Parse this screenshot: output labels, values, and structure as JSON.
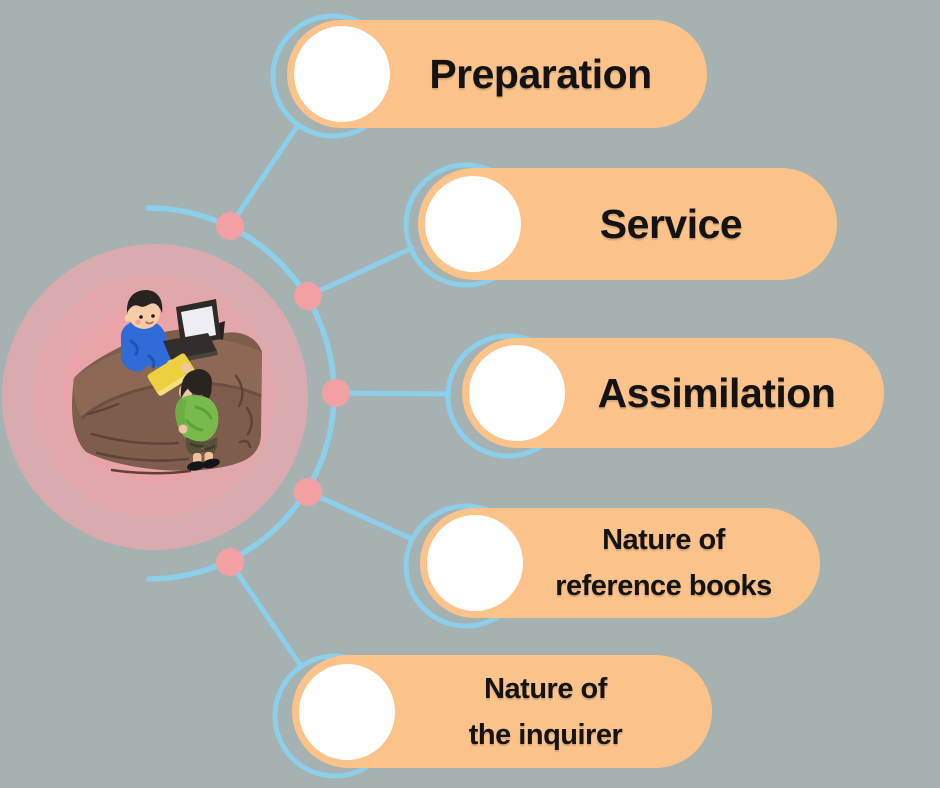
{
  "diagram": {
    "illustration": "librarian-handing-book-to-student-at-reference-desk",
    "nodes": [
      {
        "lines": [
          "Preparation"
        ]
      },
      {
        "lines": [
          "Service"
        ]
      },
      {
        "lines": [
          "Assimilation"
        ]
      },
      {
        "lines": [
          "Nature of",
          "reference books"
        ]
      },
      {
        "lines": [
          "Nature of",
          "the inquirer"
        ]
      }
    ]
  },
  "colors": {
    "background": "#a6b2b1",
    "pill_orange": "#fbc289",
    "connector_blue": "#8bcfea",
    "dot_pink": "#f2a0a4",
    "label_text": "#131313",
    "glow_pink_outer": "#d9abae",
    "glow_pink_mid": "#e2a7ab",
    "glow_pink_inner": "#eaa3a9"
  }
}
